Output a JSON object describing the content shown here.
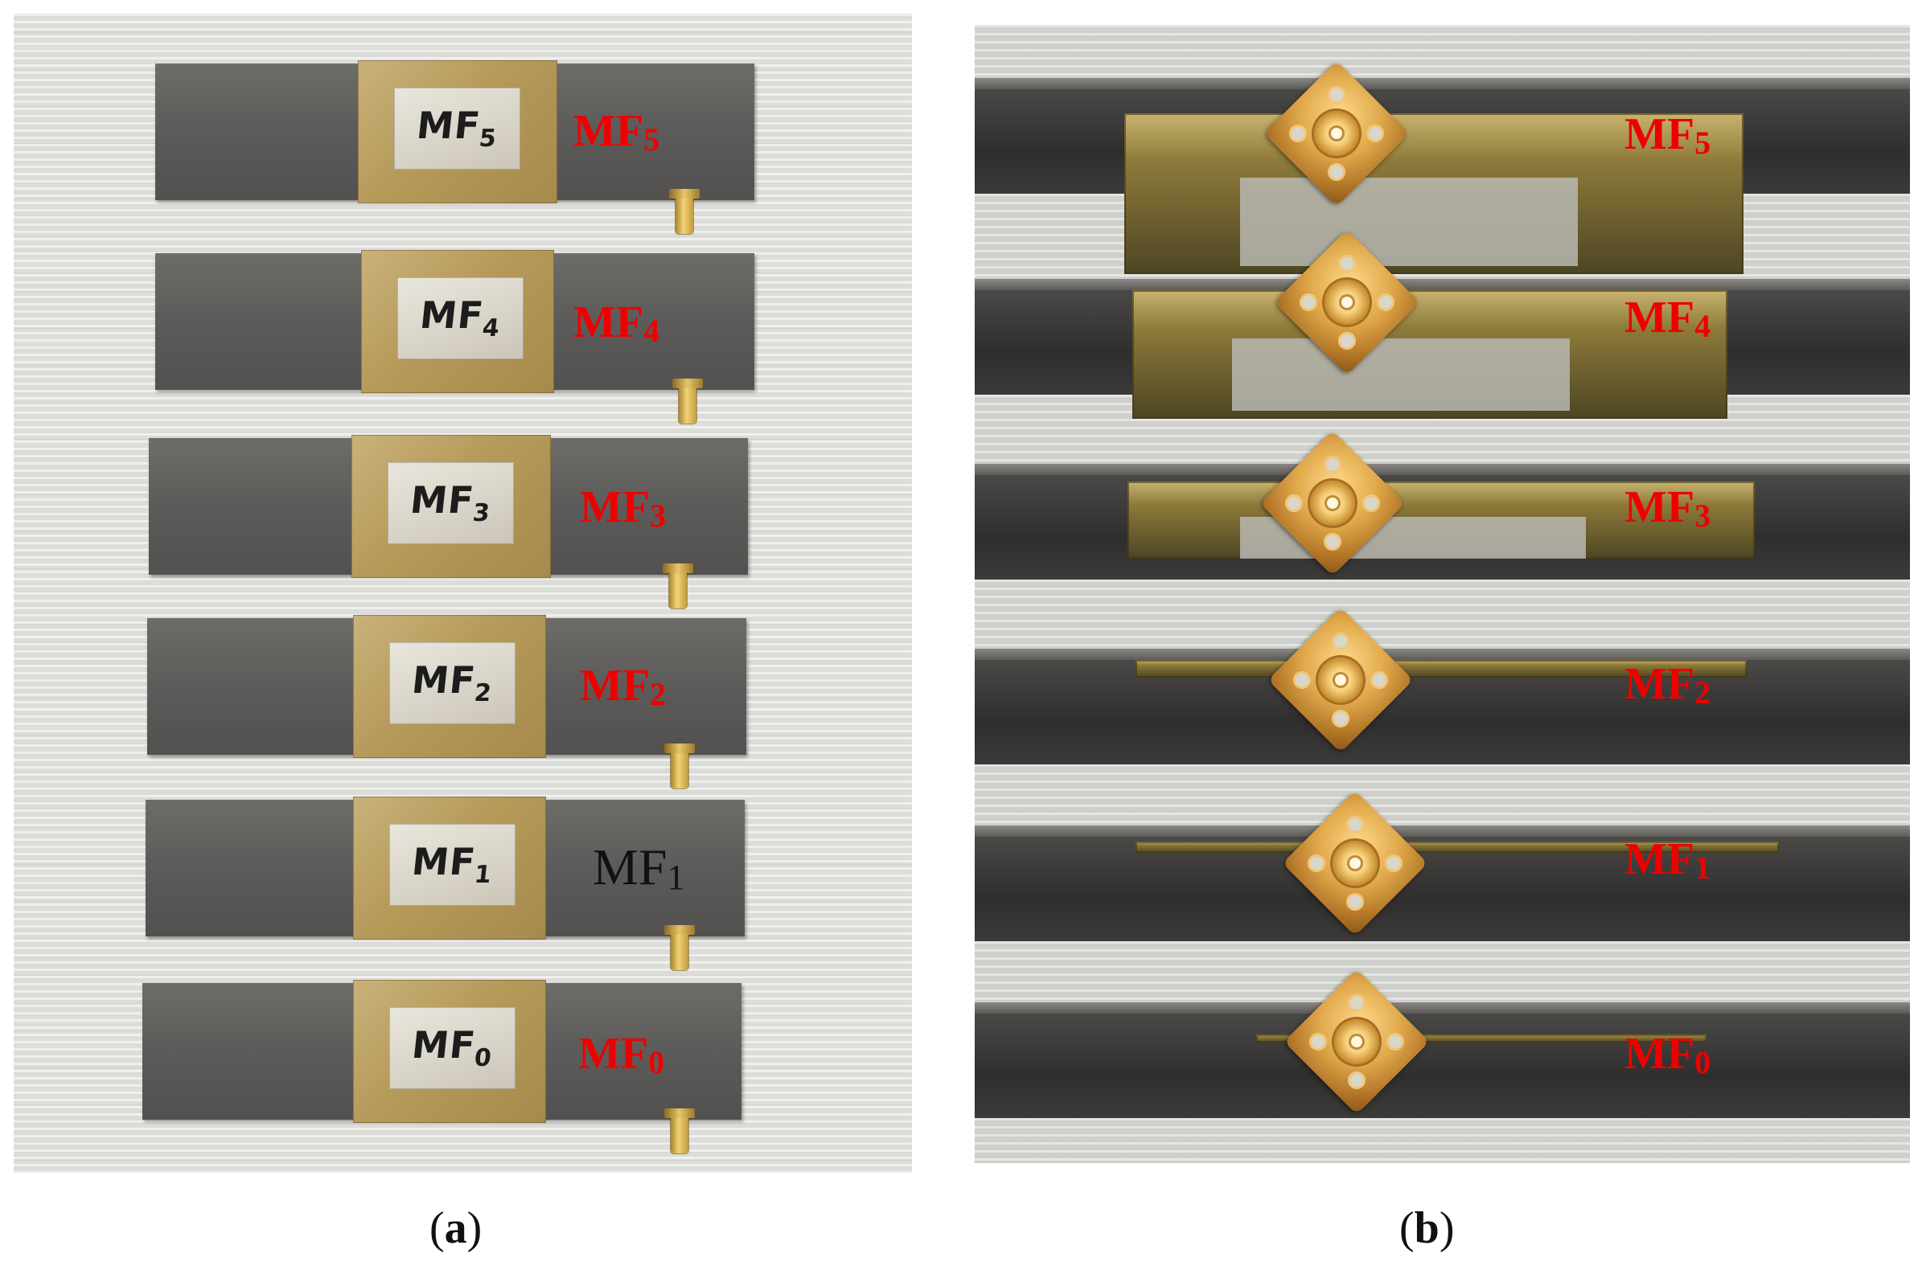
{
  "panel_a": {
    "caption_letter": "a",
    "samples": [
      {
        "handwritten": "MF",
        "handwritten_sub": "5",
        "tag": "MF",
        "tag_sub": "5",
        "tag_color": "#ee0000"
      },
      {
        "handwritten": "MF",
        "handwritten_sub": "4",
        "tag": "MF",
        "tag_sub": "4",
        "tag_color": "#ee0000"
      },
      {
        "handwritten": "MF",
        "handwritten_sub": "3",
        "tag": "MF",
        "tag_sub": "3",
        "tag_color": "#ee0000"
      },
      {
        "handwritten": "MF",
        "handwritten_sub": "2",
        "tag": "MF",
        "tag_sub": "2",
        "tag_color": "#ee0000"
      },
      {
        "handwritten": "MF",
        "handwritten_sub": "1",
        "tag": "MF",
        "tag_sub": "1",
        "tag_color": "#111111"
      },
      {
        "handwritten": "MF",
        "handwritten_sub": "0",
        "tag": "MF",
        "tag_sub": "0",
        "tag_color": "#ee0000"
      }
    ]
  },
  "panel_b": {
    "caption_letter": "b",
    "samples": [
      {
        "tag": "MF",
        "tag_sub": "5"
      },
      {
        "tag": "MF",
        "tag_sub": "4"
      },
      {
        "tag": "MF",
        "tag_sub": "3"
      },
      {
        "tag": "MF",
        "tag_sub": "2"
      },
      {
        "tag": "MF",
        "tag_sub": "1"
      },
      {
        "tag": "MF",
        "tag_sub": "0"
      }
    ],
    "tag_color": "#ee0000"
  },
  "colors": {
    "label_red": "#ee0000",
    "brass": "#b59a5a",
    "gold_connector": "#e0a84a",
    "strip_gray": "#5d5b59"
  }
}
